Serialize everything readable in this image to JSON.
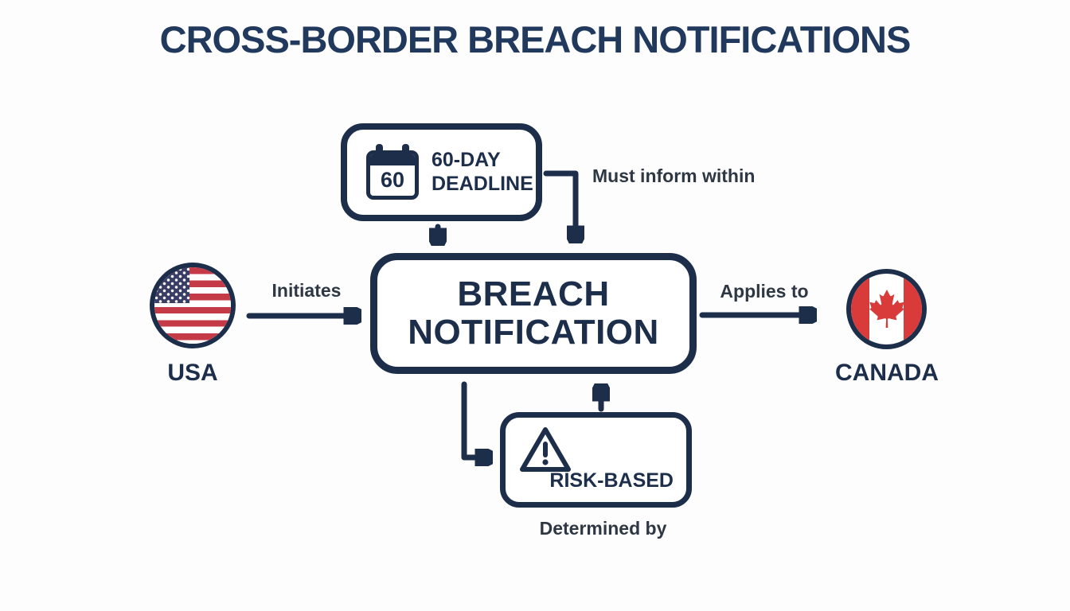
{
  "title": "CROSS-BORDER BREACH NOTIFICATIONS",
  "colors": {
    "navy": "#1c2e4a",
    "title-ink": "#21395c",
    "label-ink": "#2e3744",
    "us-red": "#c43b47",
    "us-blue": "#3a3e66",
    "ca-red": "#d93b3b"
  },
  "nodes": {
    "deadline": {
      "line1": "60-DAY",
      "line2": "DEADLINE",
      "calendar_number": "60",
      "icon": "calendar-icon"
    },
    "breach": {
      "line1": "BREACH",
      "line2": "NOTIFICATION"
    },
    "risk": {
      "label": "RISK-BASED",
      "icon": "warning-triangle-icon"
    },
    "usa": {
      "label": "USA",
      "icon": "usa-flag-icon"
    },
    "canada": {
      "label": "CANADA",
      "icon": "canada-flag-icon"
    }
  },
  "edges": {
    "initiates": "Initiates",
    "applies_to": "Applies to",
    "must_inform": "Must inform within",
    "determined_by": "Determined by"
  }
}
